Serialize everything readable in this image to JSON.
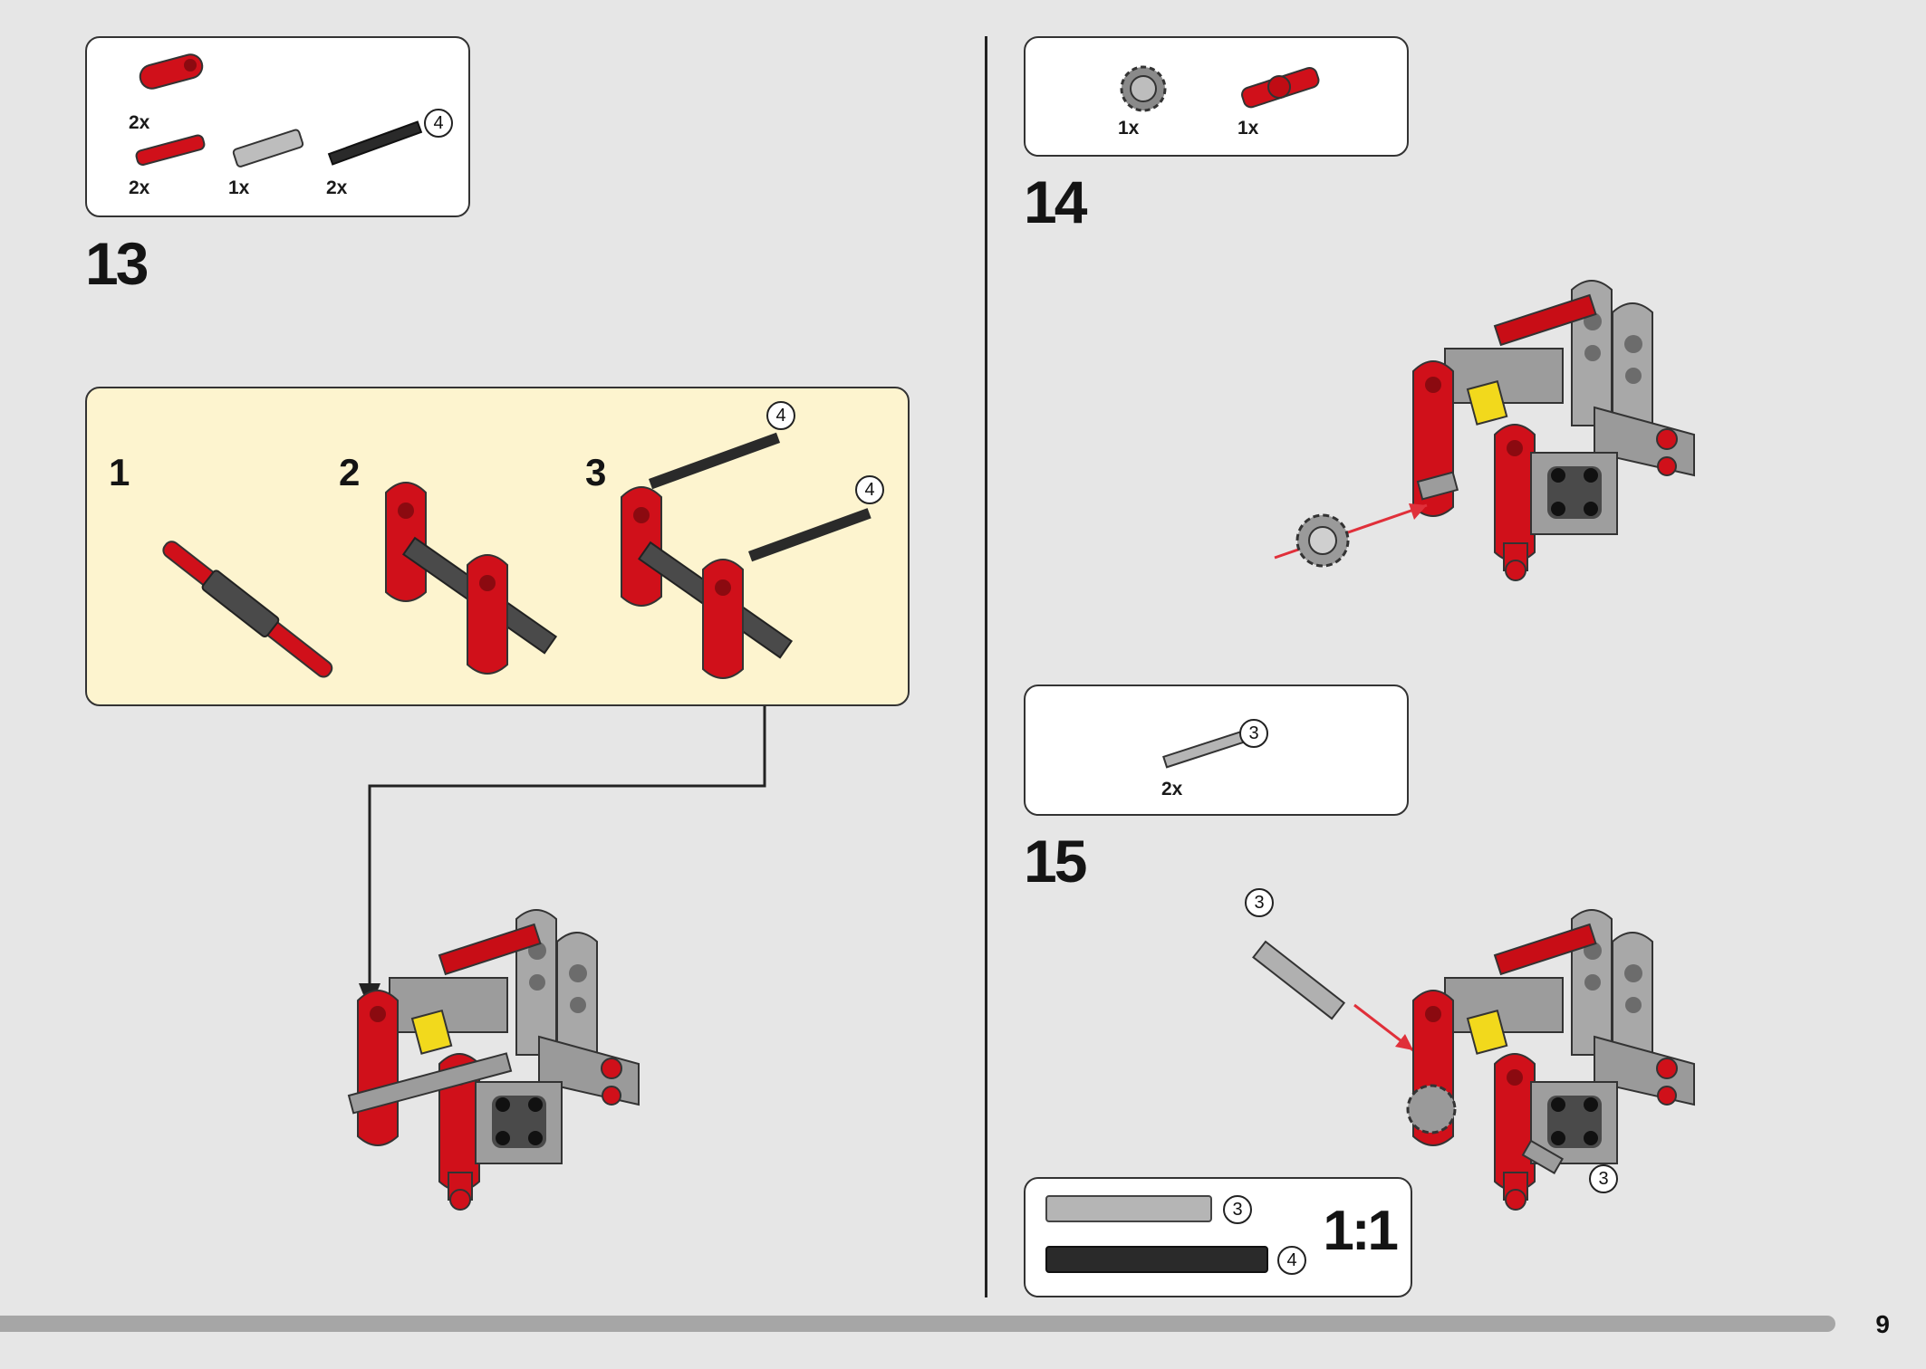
{
  "step13": {
    "number": "13",
    "parts": [
      {
        "qty": "2x",
        "icon": "red-axle-connector-icon"
      },
      {
        "qty": "2x",
        "icon": "red-axle-pin-icon"
      },
      {
        "qty": "1x",
        "icon": "gray-axle-joiner-icon"
      },
      {
        "qty": "2x",
        "icon": "black-axle-icon",
        "length": "4"
      }
    ],
    "substeps": [
      {
        "number": "1"
      },
      {
        "number": "2"
      },
      {
        "number": "3",
        "axle_lengths": [
          "4",
          "4"
        ]
      }
    ]
  },
  "step14": {
    "number": "14",
    "parts": [
      {
        "qty": "1x",
        "icon": "gray-gear-icon"
      },
      {
        "qty": "1x",
        "icon": "red-axle-pin-icon"
      }
    ]
  },
  "step15": {
    "number": "15",
    "parts": [
      {
        "qty": "2x",
        "icon": "gray-axle-icon",
        "length": "3"
      }
    ],
    "callouts": [
      "3",
      "3"
    ]
  },
  "scale_ruler": {
    "label": "1:1",
    "axles": [
      {
        "length": "3",
        "color": "#b5b5b5"
      },
      {
        "length": "4",
        "color": "#2a2a2a"
      }
    ]
  },
  "page_number": "9",
  "colors": {
    "background": "#e6e6e6",
    "callout_bg": "#fdf4cf",
    "brick_red": "#d0101a",
    "brick_gray": "#a0a0a0",
    "brick_yellow": "#f2d91c",
    "arrow_red": "#e0303a"
  }
}
